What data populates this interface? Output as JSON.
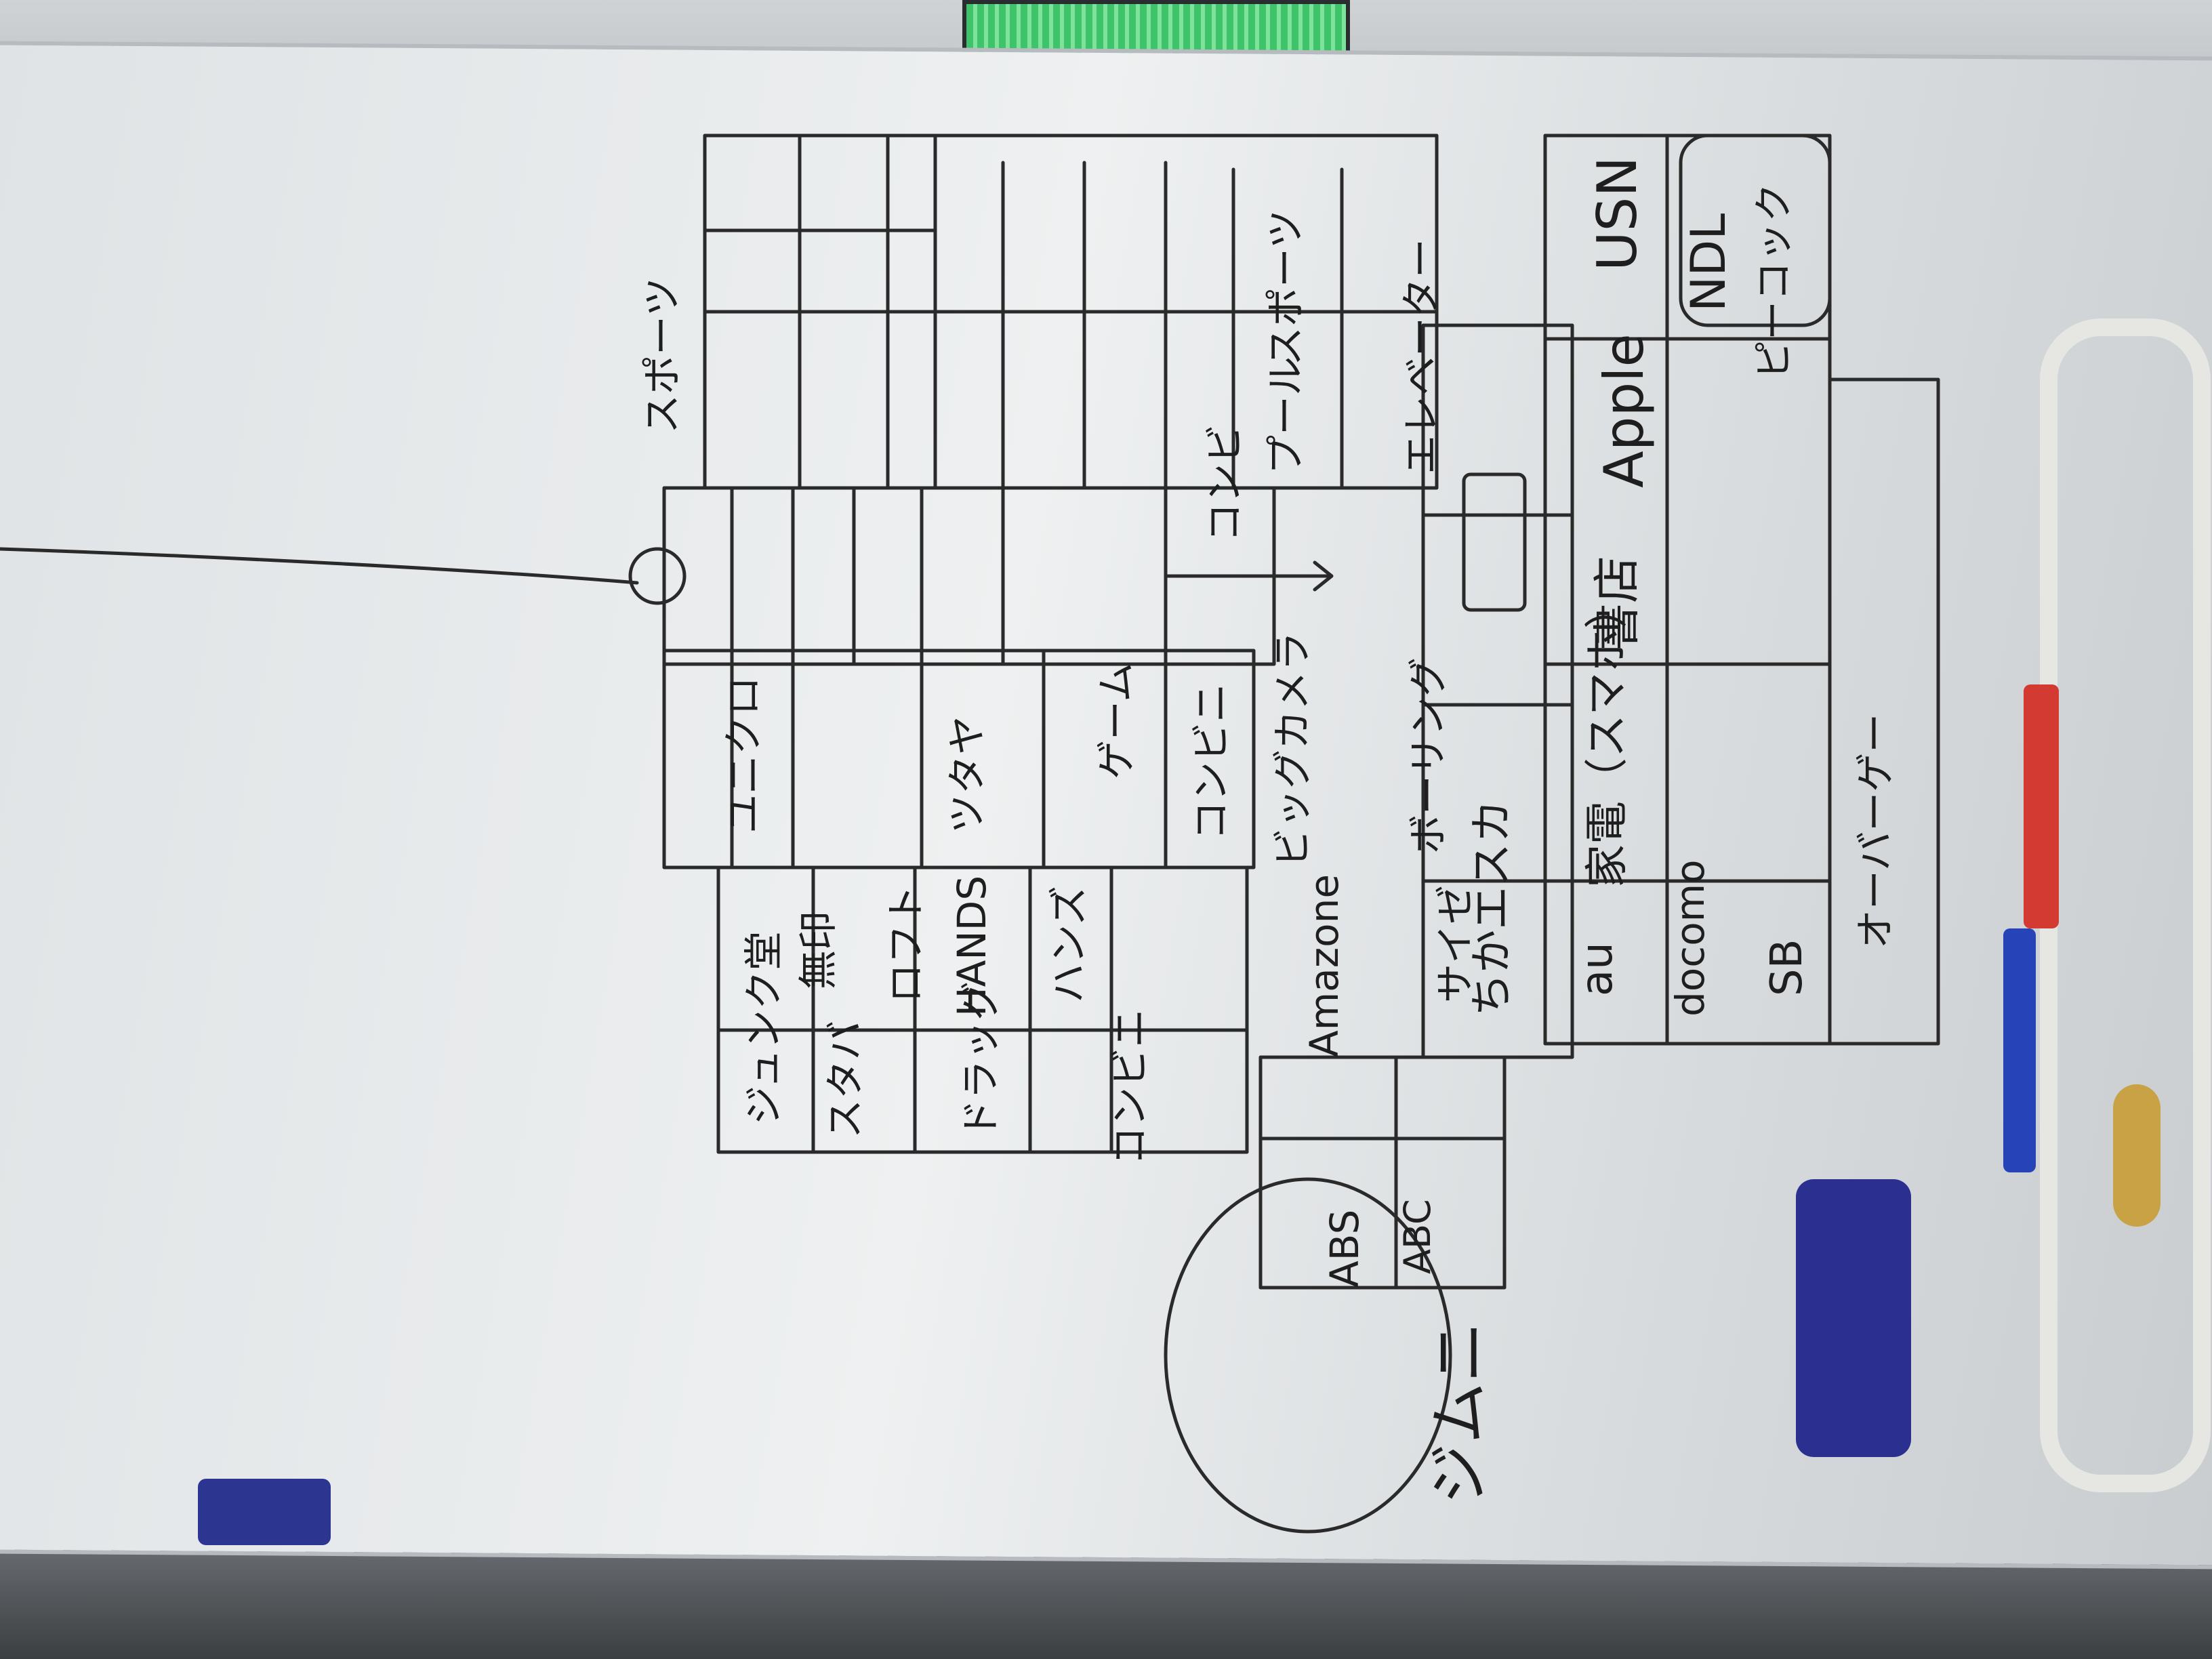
{
  "labels": {
    "l1": "ジムニ",
    "l2": "Amazone",
    "l3": "HANDS",
    "l4": "Apple",
    "l5": "USN",
    "l6": "docomo",
    "l7": "SB",
    "l8": "au",
    "l9": "ABS",
    "l10": "コンビニ",
    "l11": "コンビニ",
    "l12": "コンビ",
    "l13": "ボーリング",
    "l14": "スポーツ",
    "l15": "サイゼ",
    "l16": "エレベーター",
    "l17": "ちかエスカ",
    "l18": "ユニクロ",
    "l19": "家電（スマホ）",
    "l20": "書店",
    "l21": "オーバーゲー",
    "l22": "ビッグカメラ",
    "l23": "スポーツ",
    "l24": "プール",
    "l25": "ゲーム",
    "l26": "ツタヤ",
    "l27": "ロフト",
    "l28": "無印",
    "l29": "ジュンク堂",
    "l30": "ハンズ",
    "l31": "スタバ",
    "l32": "NDL",
    "l33": "ピーコック",
    "l34": "ドラッグ",
    "l35": "ABC"
  }
}
